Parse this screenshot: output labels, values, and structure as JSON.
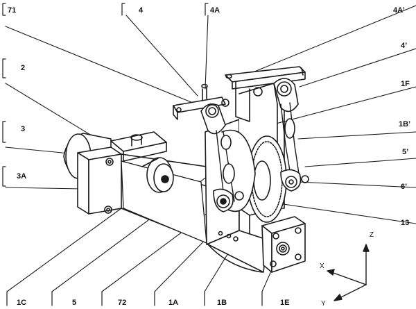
{
  "labels": {
    "l71": "71",
    "l4": "4",
    "l4A": "4A",
    "l4Ap": "4A’",
    "l2": "2",
    "l4p": "4’",
    "l1F": "1F",
    "l3": "3",
    "l1Bp": "1B’",
    "l5p": "5’",
    "l3A": "3A",
    "l6p": "6’",
    "l13": "13",
    "l1C": "1C",
    "l5": "5",
    "l72": "72",
    "l1A": "1A",
    "l1B": "1B",
    "l1E": "1E"
  },
  "axes": {
    "z": "Z",
    "x": "X",
    "y": "Y"
  }
}
